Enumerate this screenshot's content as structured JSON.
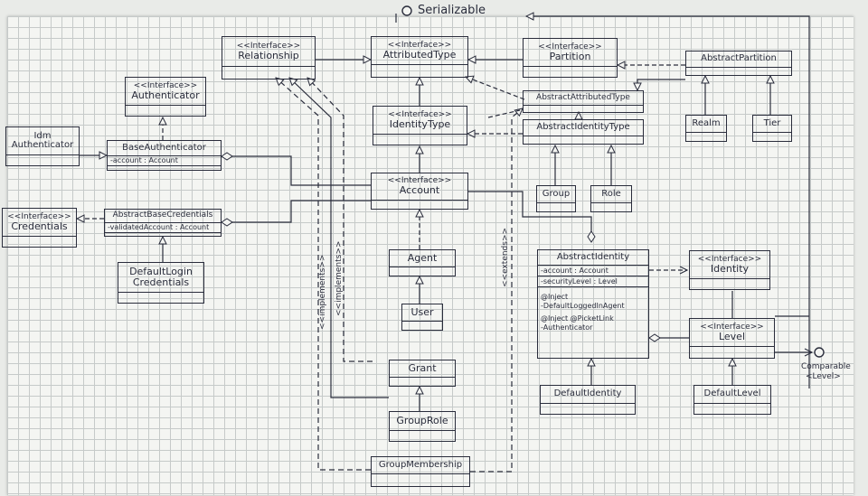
{
  "serializable": "Serializable",
  "comparable": "Comparable",
  "comparable_param": "<Level>",
  "classes": {
    "relationship": {
      "stereotype": "<<Interface>>",
      "name": "Relationship"
    },
    "attributed_type": {
      "stereotype": "<<Interface>>",
      "name": "AttributedType"
    },
    "partition": {
      "stereotype": "<<Interface>>",
      "name": "Partition"
    },
    "abstract_partition": {
      "name": "AbstractPartition"
    },
    "authenticator": {
      "stereotype": "<<Interface>>",
      "name": "Authenticator"
    },
    "abstract_attributed_type": {
      "name": "AbstractAttributedType"
    },
    "realm": {
      "name": "Realm"
    },
    "tier": {
      "name": "Tier"
    },
    "idm_authenticator": {
      "name_line1": "Idm",
      "name_line2": "Authenticator"
    },
    "base_authenticator": {
      "name": "BaseAuthenticator",
      "attr": "-account : Account"
    },
    "identity_type": {
      "stereotype": "<<Interface>>",
      "name": "IdentityType"
    },
    "abstract_identity_type": {
      "name": "AbstractIdentityType"
    },
    "account": {
      "stereotype": "<<Interface>>",
      "name": "Account"
    },
    "group": {
      "name": "Group"
    },
    "role": {
      "name": "Role"
    },
    "credentials": {
      "stereotype": "<<Interface>>",
      "name": "Credentials"
    },
    "abstract_base_credentials": {
      "name": "AbstractBaseCredentials",
      "attr": "-validatedAccount : Account"
    },
    "default_login_credentials": {
      "name_line1": "DefaultLogin",
      "name_line2": "Credentials"
    },
    "agent": {
      "name": "Agent"
    },
    "abstract_identity": {
      "name": "AbstractIdentity",
      "attr1": "-account : Account",
      "attr2": "-securityLevel : Level",
      "note1": "@Inject",
      "note2": "-DefaultLoggedInAgent",
      "note3": "@Inject @PicketLink",
      "note4": "-Authenticator"
    },
    "identity": {
      "stereotype": "<<Interface>>",
      "name": "Identity"
    },
    "user": {
      "name": "User"
    },
    "level": {
      "stereotype": "<<Interface>>",
      "name": "Level"
    },
    "grant": {
      "name": "Grant"
    },
    "default_identity": {
      "name": "DefaultIdentity"
    },
    "default_level": {
      "name": "DefaultLevel"
    },
    "group_role": {
      "name": "GroupRole"
    },
    "group_membership": {
      "name": "GroupMembership"
    }
  },
  "labels": {
    "implements1": "<<implements>>",
    "implements2": "<<implements>>",
    "extends": "<<extends>>"
  },
  "colors": {
    "ink": "#2a2d3c",
    "grid": "#c6cac9",
    "paper": "#f4f5f2"
  }
}
